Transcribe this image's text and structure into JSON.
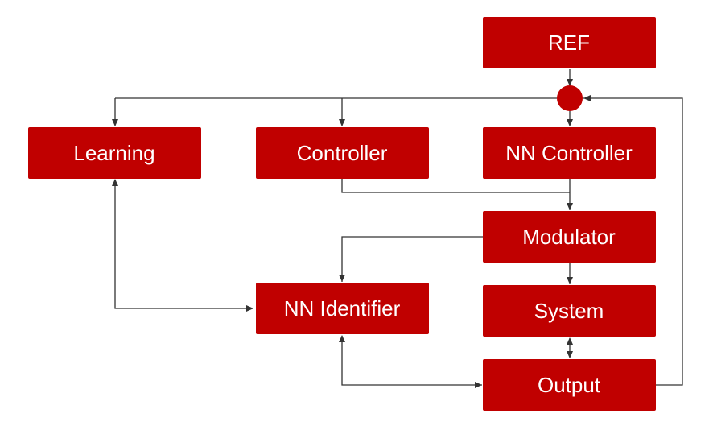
{
  "diagram": {
    "nodes": {
      "ref": "REF",
      "learning": "Learning",
      "controller": "Controller",
      "nn_controller": "NN Controller",
      "modulator": "Modulator",
      "nn_identifier": "NN Identifier",
      "system": "System",
      "output": "Output"
    },
    "colors": {
      "node_fill": "#c00000",
      "node_text": "#ffffff",
      "connector": "#333333",
      "background": "#ffffff"
    },
    "connections": [
      {
        "from": "ref",
        "to": "summing-junction"
      },
      {
        "from": "summing-junction",
        "to": "nn_controller"
      },
      {
        "from": "summing-junction",
        "to": "controller"
      },
      {
        "from": "summing-junction",
        "to": "learning"
      },
      {
        "from": "controller",
        "to": "modulator"
      },
      {
        "from": "nn_controller",
        "to": "modulator"
      },
      {
        "from": "modulator",
        "to": "system"
      },
      {
        "from": "modulator",
        "to": "nn_identifier"
      },
      {
        "from": "system",
        "to": "output",
        "bidirectional": true
      },
      {
        "from": "output",
        "to": "summing-junction"
      },
      {
        "from": "nn_identifier",
        "to": "output",
        "bidirectional": true
      },
      {
        "from": "learning",
        "to": "nn_identifier",
        "bidirectional": true
      }
    ]
  }
}
